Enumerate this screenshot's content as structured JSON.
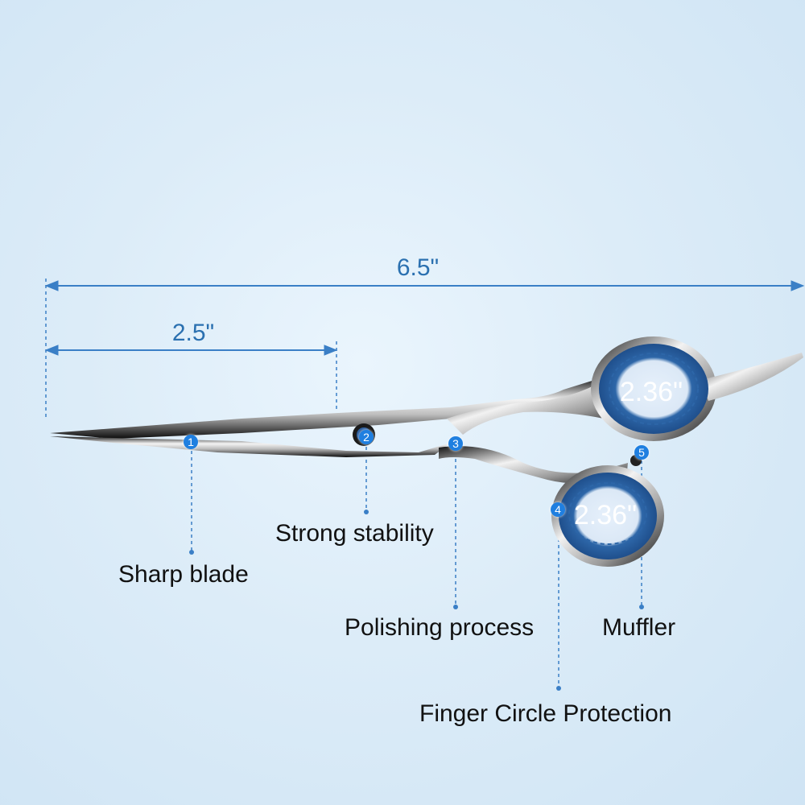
{
  "dimensions": {
    "overall_length": "6.5\"",
    "blade_length": "2.5\"",
    "ring_upper_diameter": "2.36\"",
    "ring_lower_diameter": "2.36\""
  },
  "features": [
    {
      "number": "1",
      "label": "Sharp blade"
    },
    {
      "number": "2",
      "label": "Strong stability"
    },
    {
      "number": "3",
      "label": "Polishing process"
    },
    {
      "number": "4",
      "label": "Finger Circle Protection"
    },
    {
      "number": "5",
      "label": "Muffler"
    }
  ],
  "colors": {
    "dimension_line": "#3a7fc6",
    "badge": "#1f7fe0",
    "ring_fill": "#2a5f9e",
    "metal_dark": "#0c0c0c",
    "metal_light": "#e8e8e8"
  },
  "icons": [
    "scissors-illustration"
  ]
}
